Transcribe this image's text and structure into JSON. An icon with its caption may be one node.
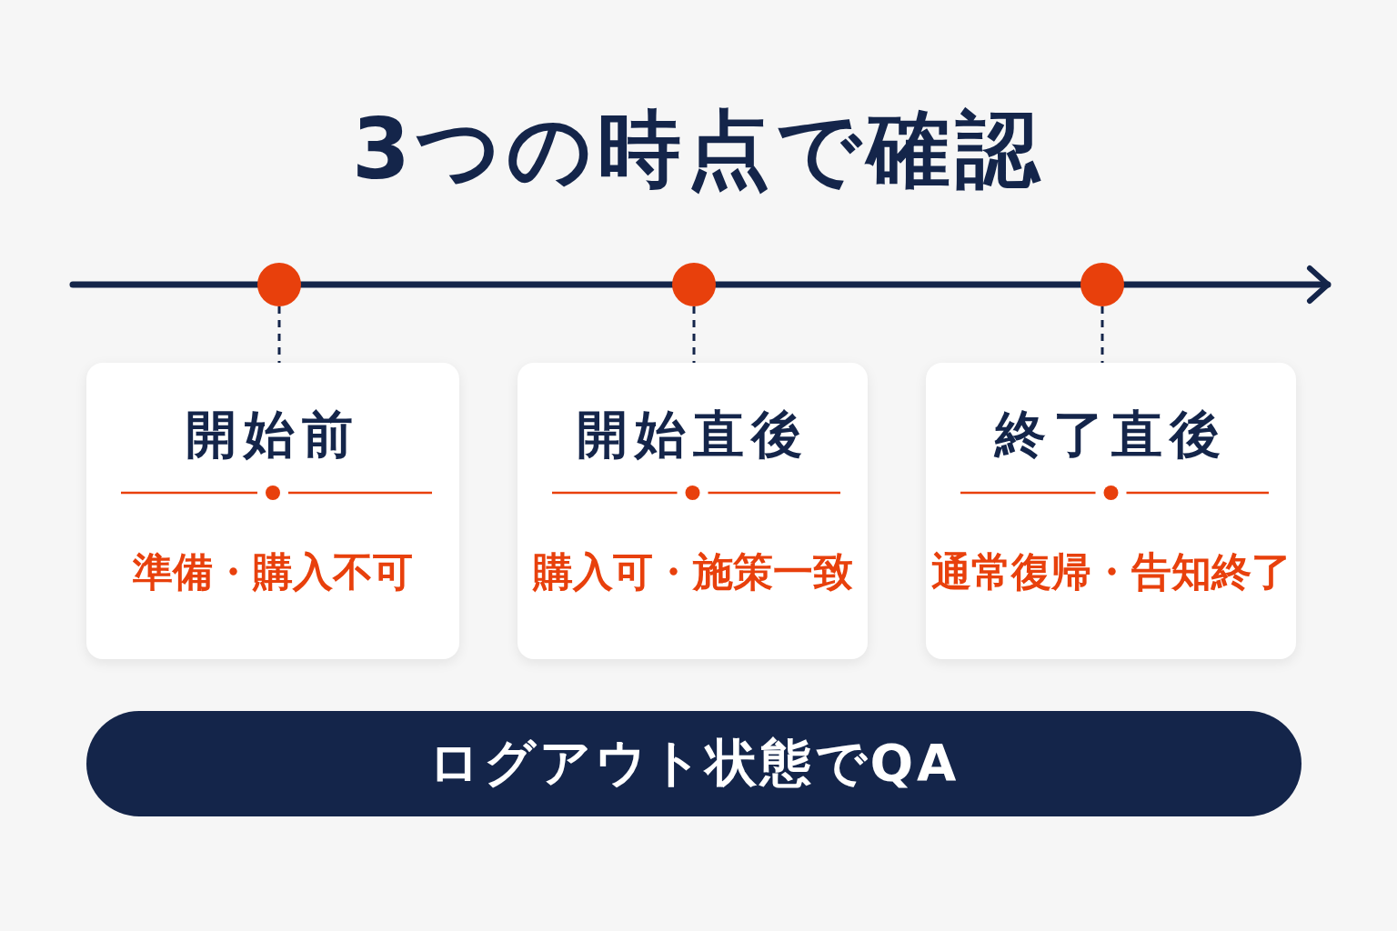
{
  "diagram": {
    "title": "3つの時点で確認",
    "nodes": [
      {
        "text": [],
        "shape": "circle"
      },
      {
        "text": [],
        "shape": "circle"
      },
      {
        "text": [],
        "shape": "circle"
      },
      {
        "text": [
          "開始前",
          "準備・購入不可"
        ]
      },
      {
        "text": [
          "開始直後",
          "購入可・施策一致"
        ]
      },
      {
        "text": [
          "終了直後",
          "通常復帰・告知終了"
        ]
      },
      {
        "text": [
          "ログアウト状態でQA"
        ]
      }
    ],
    "edges": [
      {
        "from": 0,
        "to": 3,
        "arrow": "none",
        "style": "dashed"
      },
      {
        "from": 1,
        "to": 4,
        "arrow": "none",
        "style": "dashed"
      },
      {
        "from": 2,
        "to": 5,
        "arrow": "none",
        "style": "dashed"
      }
    ]
  }
}
